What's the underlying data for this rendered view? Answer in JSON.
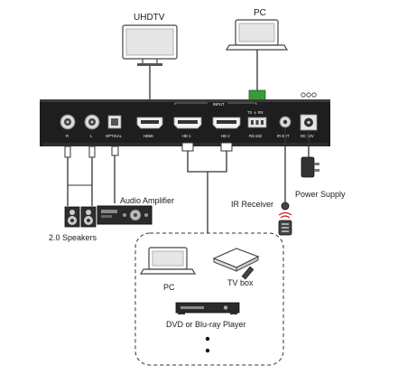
{
  "labels": {
    "uhdtv": "UHDTV",
    "pc_top": "PC",
    "audio_amplifier": "Audio Amplifier",
    "speakers": "2.0 Speakers",
    "ir_receiver": "IR Receiver",
    "power_supply": "Power Supply",
    "pc_source": "PC",
    "tv_box": "TV box",
    "player": "DVD or Blu-ray Player"
  },
  "port_labels": {
    "r": "R",
    "l": "L",
    "optical": "OPTICAL",
    "hdmi": "HDMI",
    "input": "INPUT",
    "hd1": "HD 1",
    "hd2": "HD 2",
    "tx_gnd_rx": "TX ⏚ RX",
    "rs232": "RS-232",
    "ir_ext": "IR EXT",
    "dc12v": "DC 12V"
  },
  "colors": {
    "device_body": "#1e1e1e",
    "terminal_green": "#3a9a3a",
    "wire": "#333333",
    "ir_red": "#d02020"
  }
}
